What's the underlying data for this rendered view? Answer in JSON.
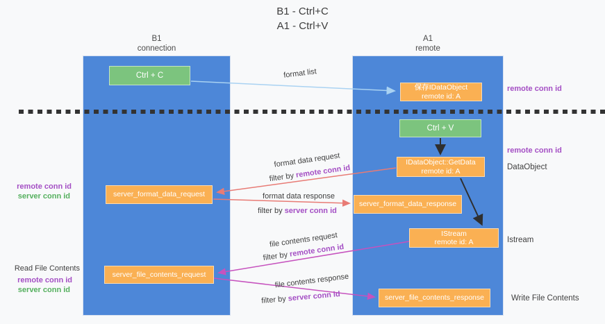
{
  "title": {
    "line1": "B1 - Ctrl+C",
    "line2": "A1 - Ctrl+V"
  },
  "columns": {
    "left": {
      "header_line1": "B1",
      "header_line2": "connection"
    },
    "right": {
      "header_line1": "A1",
      "header_line2": "remote"
    }
  },
  "nodes": {
    "ctrl_c": "Ctrl + C",
    "ctrl_v": "Ctrl + V",
    "save_idataobject": {
      "line1": "保存IDataObject",
      "line2": "remote id: A"
    },
    "getdata": {
      "line1": "IDataObject::GetData",
      "line2": "remote id: A"
    },
    "istream": {
      "line1": "IStream",
      "line2": "remote id: A"
    },
    "server_format_data_request": "server_format_data_request",
    "server_format_data_response": "server_format_data_response",
    "server_file_contents_request": "server_file_contents_request",
    "server_file_contents_response": "server_file_contents_response"
  },
  "side_labels": {
    "right_remote_conn_id_top": "remote conn id",
    "right_remote_conn_id_mid": "remote conn id",
    "data_object": "DataObject",
    "istream": "Istream",
    "write_file_contents": "Write File Contents",
    "left_remote_conn_id_top": "remote conn id",
    "left_server_conn_id_top": "server conn id",
    "read_file_contents": "Read File Contents",
    "left_remote_conn_id_bottom": "remote conn id",
    "left_server_conn_id_bottom": "server conn id"
  },
  "arrow_labels": {
    "format_list": "format list",
    "format_data_request": "format data request",
    "filter_by": "filter by ",
    "remote_conn_id": "remote conn id",
    "server_conn_id": "server conn id",
    "format_data_response": "format data response",
    "file_contents_request": "file contents request",
    "file_contents_response": "file contents response"
  },
  "colors": {
    "background": "#f8f9fa",
    "column_blue": "#4d87d8",
    "node_green": "#7cc47e",
    "node_orange": "#fab053",
    "arrow_light_blue": "#a9d2f2",
    "arrow_black": "#2f2f2f",
    "arrow_red": "#e87b75",
    "arrow_magenta": "#c652be",
    "text_purple": "#a44fc4",
    "text_green": "#55b05e",
    "dashed_line": "#333333"
  }
}
